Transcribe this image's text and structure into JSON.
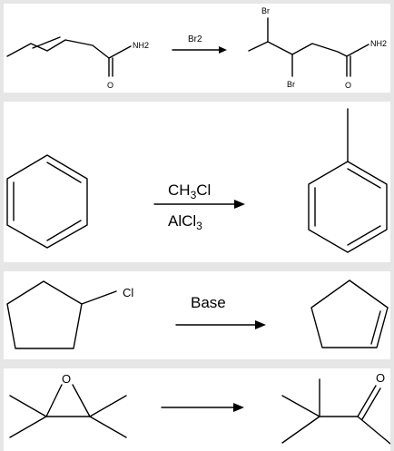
{
  "reactions": [
    {
      "reactant": {
        "labels": {
          "nh2": "NH2",
          "o": "O"
        }
      },
      "reagent_top": "Br2",
      "reagent_bottom": "",
      "product": {
        "labels": {
          "br_top": "Br",
          "br_bottom": "Br",
          "nh2": "NH2",
          "o": "O"
        }
      }
    },
    {
      "reactant": {
        "labels": {}
      },
      "reagent_top": "CH3Cl",
      "reagent_bottom": "AlCl3",
      "product": {
        "labels": {}
      }
    },
    {
      "reactant": {
        "labels": {
          "cl": "Cl"
        }
      },
      "reagent_top": "Base",
      "reagent_bottom": "",
      "product": {
        "labels": {}
      }
    },
    {
      "reactant": {
        "labels": {
          "o": "O"
        }
      },
      "reagent_top": "",
      "reagent_bottom": "",
      "product": {
        "labels": {
          "o": "O"
        }
      }
    }
  ]
}
